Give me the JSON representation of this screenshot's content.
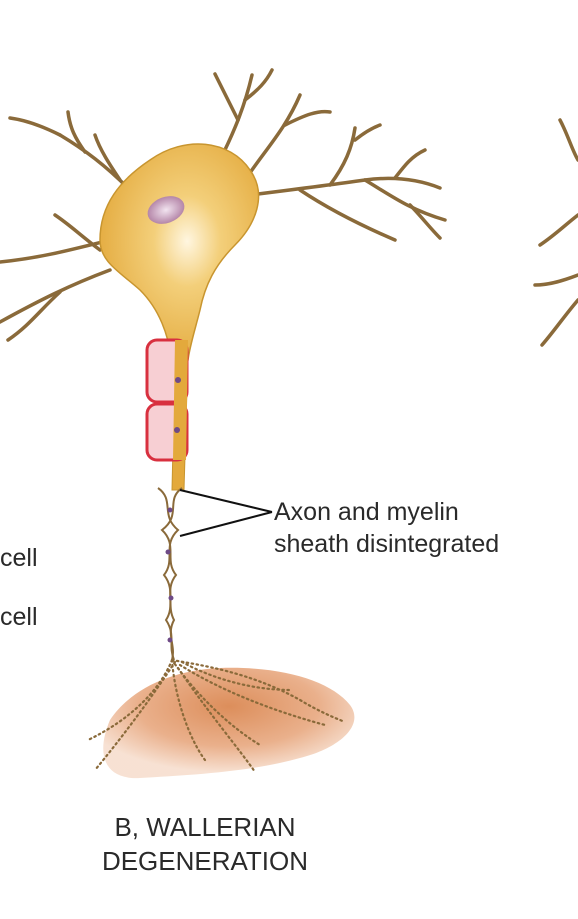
{
  "labels": {
    "axon_line1": "Axon and myelin",
    "axon_line2": "sheath disintegrated",
    "cell_1": "cell",
    "cell_2": "cell"
  },
  "caption": {
    "line1": "B, WALLERIAN",
    "line2": "DEGENERATION"
  },
  "colors": {
    "cell_body": "#eab54a",
    "dendrite": "#8a6a3a",
    "nucleus": "#a8739a",
    "myelin": "#d8303f",
    "muscle": "#d98a54",
    "text": "#2a2a2a"
  }
}
